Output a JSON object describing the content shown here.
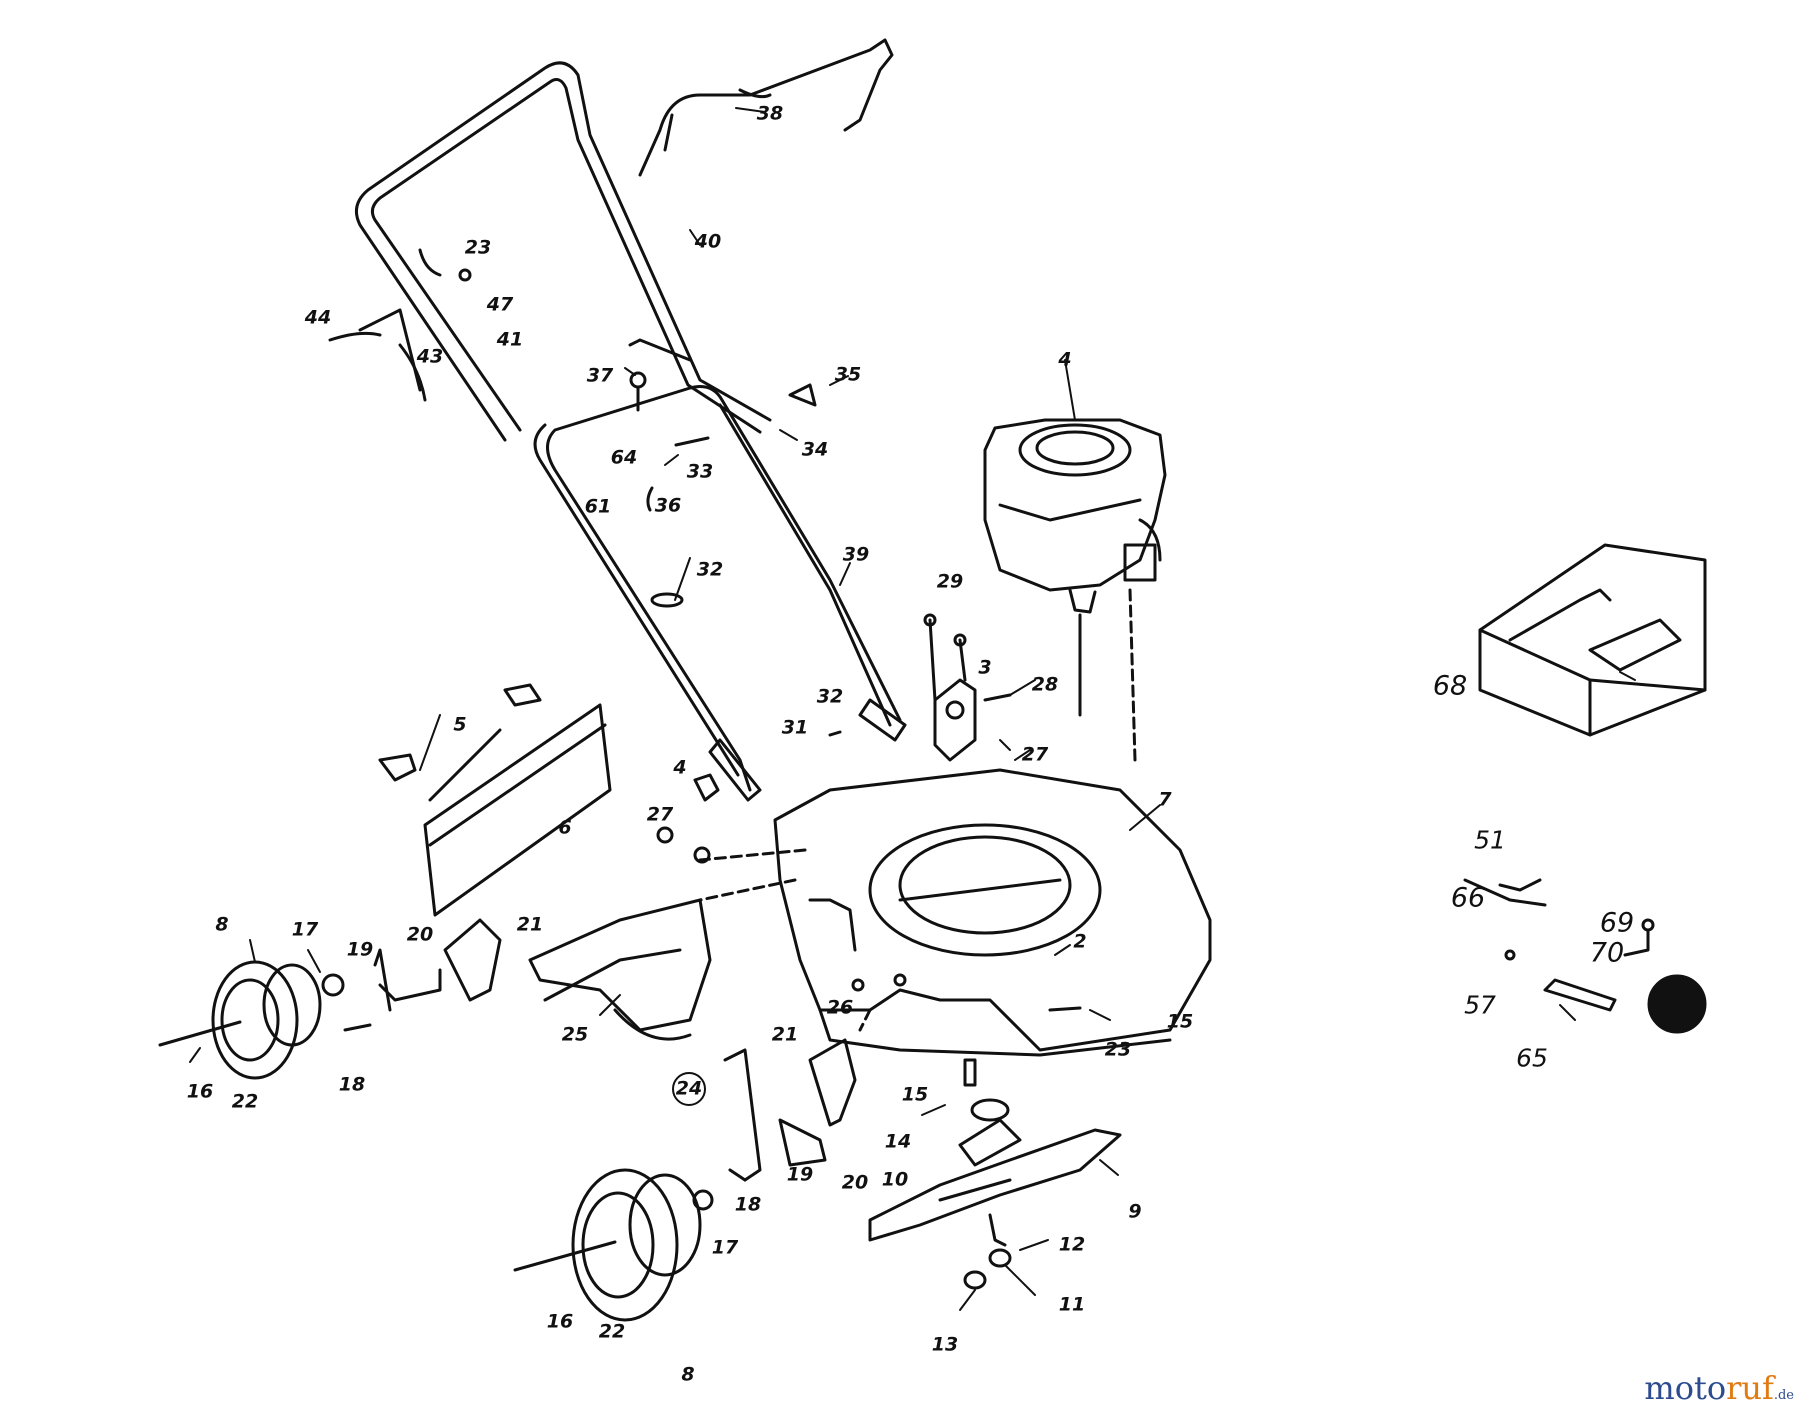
{
  "diagram": {
    "part_labels": [
      "38",
      "40",
      "23",
      "47",
      "44",
      "41",
      "43",
      "37",
      "35",
      "34",
      "33",
      "64",
      "61",
      "36",
      "4",
      "39",
      "32",
      "29",
      "3",
      "28",
      "32",
      "31",
      "27",
      "5",
      "6",
      "4",
      "27",
      "7",
      "8",
      "17",
      "19",
      "20",
      "21",
      "2",
      "25",
      "26",
      "15",
      "23",
      "16",
      "22",
      "18",
      "21",
      "24",
      "15",
      "14",
      "10",
      "9",
      "20",
      "19",
      "18",
      "17",
      "12",
      "11",
      "16",
      "22",
      "8",
      "13",
      "68",
      "51",
      "66",
      "69",
      "70",
      "57",
      "65"
    ]
  },
  "watermark": {
    "part1": "moto",
    "part2": "ruf",
    "part3": ".de"
  }
}
